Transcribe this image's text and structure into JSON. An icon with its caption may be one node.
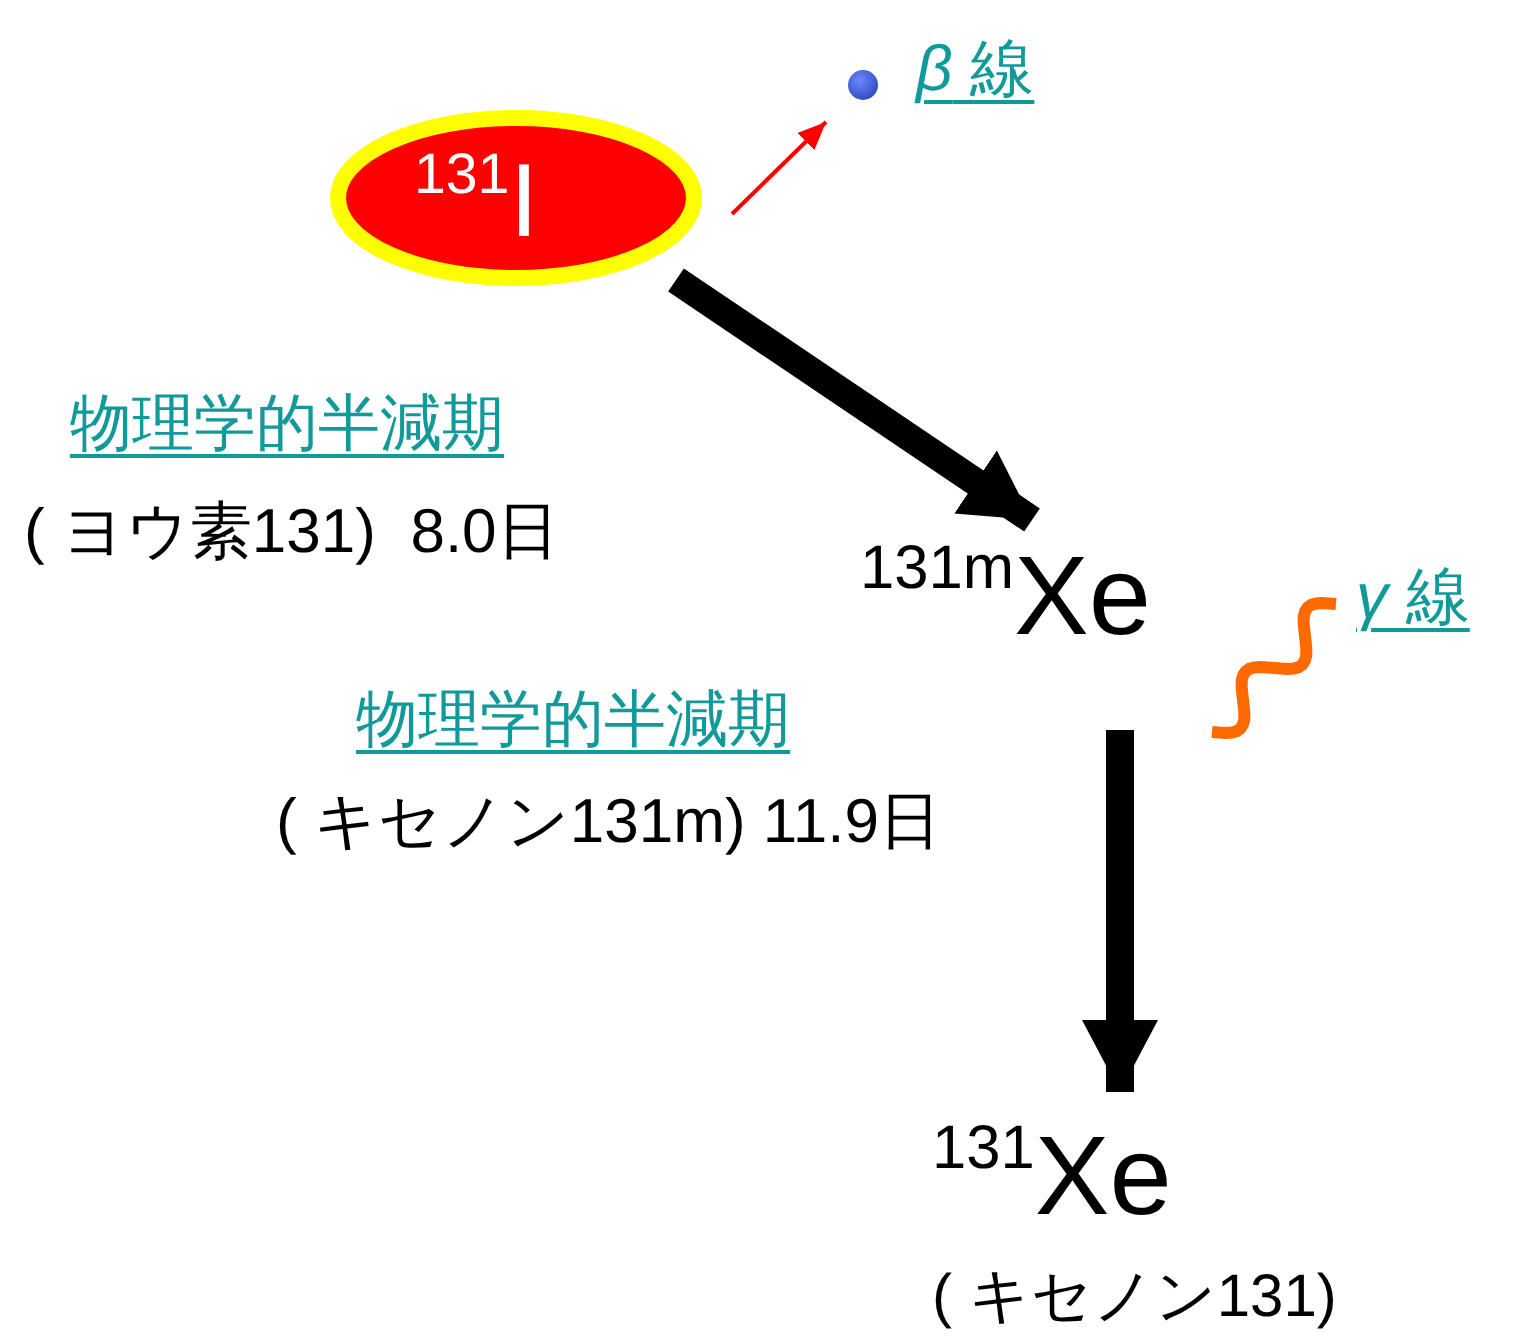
{
  "diagram": {
    "nodes": [
      {
        "text": [
          "$^{131}$I"
        ]
      },
      {
        "text": [],
        "shape": "circle",
        "beside": [
          "*β* 線"
        ]
      },
      {
        "text": [
          "$^{131m}$Xe"
        ]
      },
      {
        "text": [
          "$^{131}$Xe"
        ],
        "beside": [
          "( キセノン131)"
        ]
      },
      {
        "text": [
          "*γ* 線"
        ]
      }
    ],
    "edges": [
      {
        "from": 0,
        "to": 1,
        "arrow": "to",
        "color": "#ff0000"
      },
      {
        "from": 0,
        "to": 2,
        "arrow": "to",
        "style": "thick"
      },
      {
        "from": 2,
        "to": 3,
        "arrow": "to",
        "style": "thick"
      },
      {
        "from": 2,
        "to": 4,
        "arrow": "none",
        "color": "#ff6a00"
      }
    ],
    "labels": [
      "物理学的半減期",
      "( ヨウ素131)  8.0日",
      "物理学的半減期",
      "( キセノン131m) 11.9日"
    ]
  }
}
